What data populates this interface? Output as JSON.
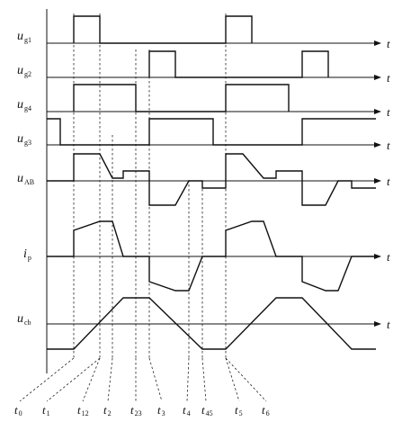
{
  "signals": [
    {
      "id": "ug1",
      "main": "u",
      "sub": "g1"
    },
    {
      "id": "ug2",
      "main": "u",
      "sub": "g2"
    },
    {
      "id": "ug4",
      "main": "u",
      "sub": "g4"
    },
    {
      "id": "ug3",
      "main": "u",
      "sub": "g3"
    },
    {
      "id": "uAB",
      "main": "u",
      "sub": "AB"
    },
    {
      "id": "ip",
      "main": "i",
      "sub": "p"
    },
    {
      "id": "ucb",
      "main": "u",
      "sub": "cb"
    }
  ],
  "axis_label": "t",
  "time_labels": [
    {
      "main": "t",
      "sub": "0"
    },
    {
      "main": "t",
      "sub": "1"
    },
    {
      "main": "t",
      "sub": "12"
    },
    {
      "main": "t",
      "sub": "2"
    },
    {
      "main": "t",
      "sub": "23"
    },
    {
      "main": "t",
      "sub": "3"
    },
    {
      "main": "t",
      "sub": "4"
    },
    {
      "main": "t",
      "sub": "45"
    },
    {
      "main": "t",
      "sub": "5"
    },
    {
      "main": "t",
      "sub": "6"
    }
  ]
}
